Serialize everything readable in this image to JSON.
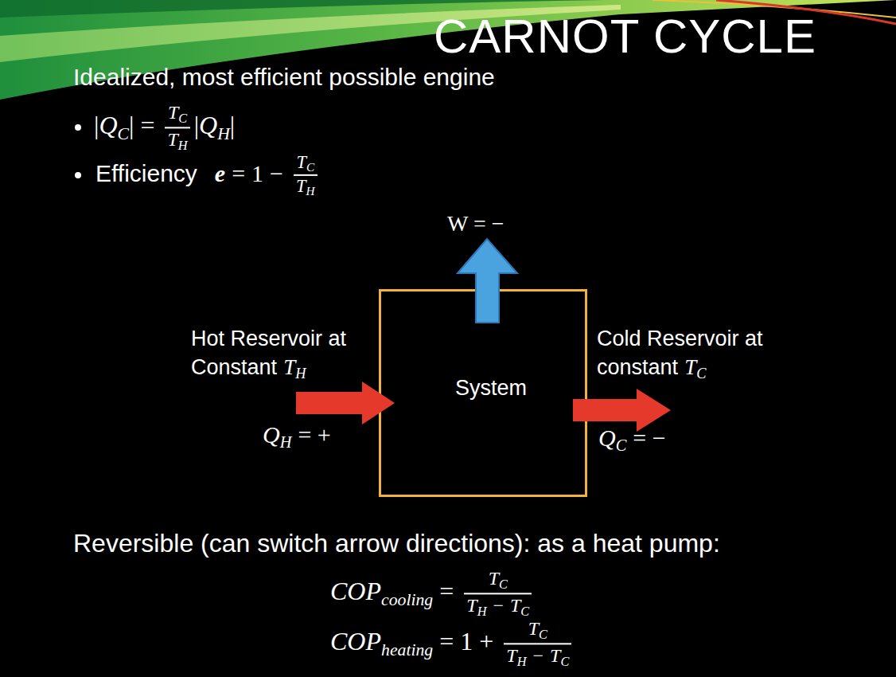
{
  "diagram": {
    "title": "CARNOT CYCLE",
    "nodes": [
      {
        "text": [
          "System"
        ]
      }
    ],
    "labels": [
      "Idealized, most efficient possible engine",
      "|",
      "Q",
      "C",
      "|",
      "=",
      "T",
      "C",
      "T",
      "H",
      "|",
      "Q",
      "H",
      "|",
      "Efficiency",
      "e",
      "=",
      "1",
      "−",
      "T",
      "C",
      "T",
      "H",
      "W = −",
      "Hot Reservoir at Constant",
      "T",
      "H",
      "Q",
      "H",
      "= +",
      "Cold Reservoir at constant",
      "T",
      "C",
      "Q",
      "C",
      "= −",
      "Reversible (can switch arrow directions): as a heat pump:",
      "COP",
      "cooling",
      "=",
      "T",
      "C",
      "T",
      "H",
      "−",
      "T",
      "C",
      "COP",
      "heating",
      "= 1 +",
      "T",
      "C",
      "T",
      "H",
      "−",
      "T",
      "C"
    ]
  }
}
